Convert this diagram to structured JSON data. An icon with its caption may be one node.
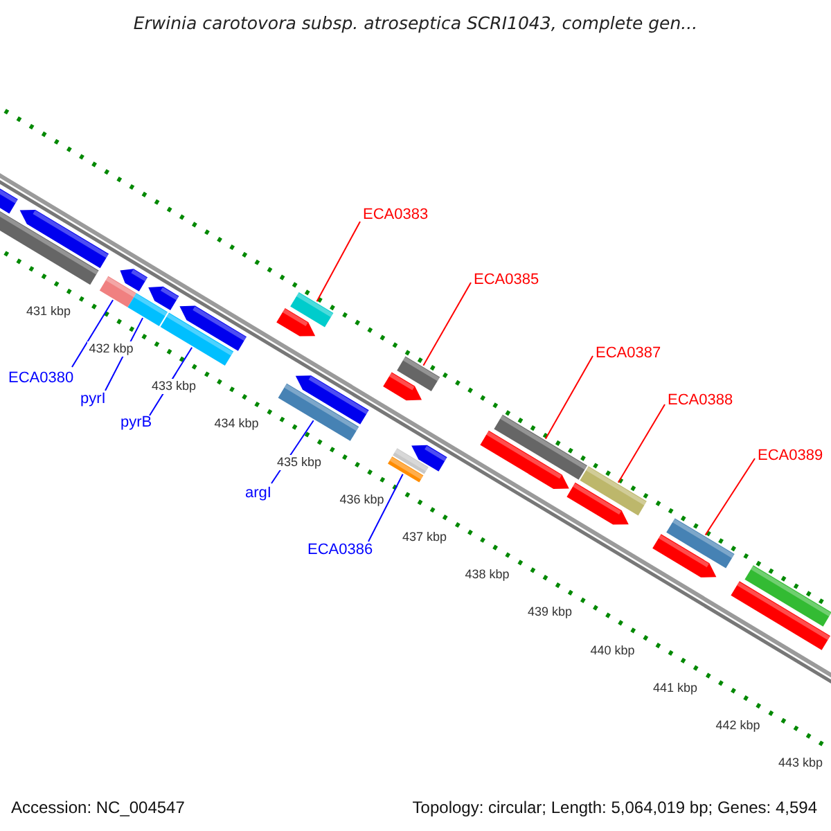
{
  "diagram": {
    "title": "Erwinia carotovora subsp. atroseptica SCRI1043, complete gen...",
    "nodes": [
      {
        "text": [],
        "shape": "bar"
      },
      {
        "text": [],
        "shape": "bar"
      },
      {
        "text": [],
        "shape": "bar"
      },
      {
        "text": [],
        "shape": "bar"
      },
      {
        "text": [],
        "shape": "bar"
      },
      {
        "text": [],
        "shape": "bar"
      },
      {
        "text": [],
        "shape": "bar"
      },
      {
        "text": [],
        "shape": "bar"
      },
      {
        "text": [],
        "shape": "bar"
      },
      {
        "text": [],
        "shape": "bar"
      },
      {
        "text": [],
        "shape": "bar"
      },
      {
        "text": [],
        "shape": "bar"
      },
      {
        "text": [],
        "shape": "bar"
      },
      {
        "text": [],
        "shape": "bar"
      },
      {
        "text": [],
        "shape": "bar"
      },
      {
        "text": [],
        "shape": "bar"
      },
      {
        "text": [],
        "shape": "bar"
      },
      {
        "text": [],
        "shape": "bar"
      },
      {
        "text": [],
        "shape": "bar"
      },
      {
        "text": [],
        "shape": "bar"
      },
      {
        "text": [],
        "shape": "bar"
      },
      {
        "text": [],
        "shape": "bar"
      },
      {
        "text": [],
        "shape": "bar"
      },
      {
        "text": [],
        "shape": "bar"
      },
      {
        "text": [],
        "shape": "bar"
      },
      {
        "text": [],
        "shape": "bar"
      },
      {
        "text": [
          "ECA0380"
        ]
      },
      {
        "text": [
          "pyrI"
        ]
      },
      {
        "text": [
          "pyrB"
        ]
      },
      {
        "text": [
          "argI"
        ]
      },
      {
        "text": [
          "ECA0386"
        ]
      },
      {
        "text": [
          "ECA0383"
        ]
      },
      {
        "text": [
          "ECA0385"
        ]
      },
      {
        "text": [
          "ECA0387"
        ]
      },
      {
        "text": [
          "ECA0388"
        ]
      },
      {
        "text": [
          "ECA0389"
        ]
      }
    ],
    "edges": [
      {
        "from": 26,
        "to": 3,
        "arrow": "none",
        "color": "#0000ff"
      },
      {
        "from": 27,
        "to": 5,
        "arrow": "none",
        "color": "#0000ff"
      },
      {
        "from": 28,
        "to": 7,
        "arrow": "none",
        "color": "#0000ff"
      },
      {
        "from": 29,
        "to": 12,
        "arrow": "none",
        "color": "#0000ff"
      },
      {
        "from": 30,
        "to": 17,
        "arrow": "none",
        "color": "#0000ff"
      },
      {
        "from": 31,
        "to": 9,
        "arrow": "none",
        "color": "#ff0000"
      },
      {
        "from": 32,
        "to": 13,
        "arrow": "none",
        "color": "#ff0000"
      },
      {
        "from": 33,
        "to": 18,
        "arrow": "none",
        "color": "#ff0000"
      },
      {
        "from": 34,
        "to": 20,
        "arrow": "none",
        "color": "#ff0000"
      },
      {
        "from": 35,
        "to": 22,
        "arrow": "none",
        "color": "#ff0000"
      }
    ],
    "labels": [
      "431 kbp",
      "432 kbp",
      "433 kbp",
      "434 kbp",
      "435 kbp",
      "436 kbp",
      "437 kbp",
      "438 kbp",
      "439 kbp",
      "440 kbp",
      "441 kbp",
      "442 kbp",
      "443 kbp",
      "Accession: NC_004547",
      "Topology: circular; Length: 5,064,019 bp; Genes: 4,594"
    ]
  }
}
